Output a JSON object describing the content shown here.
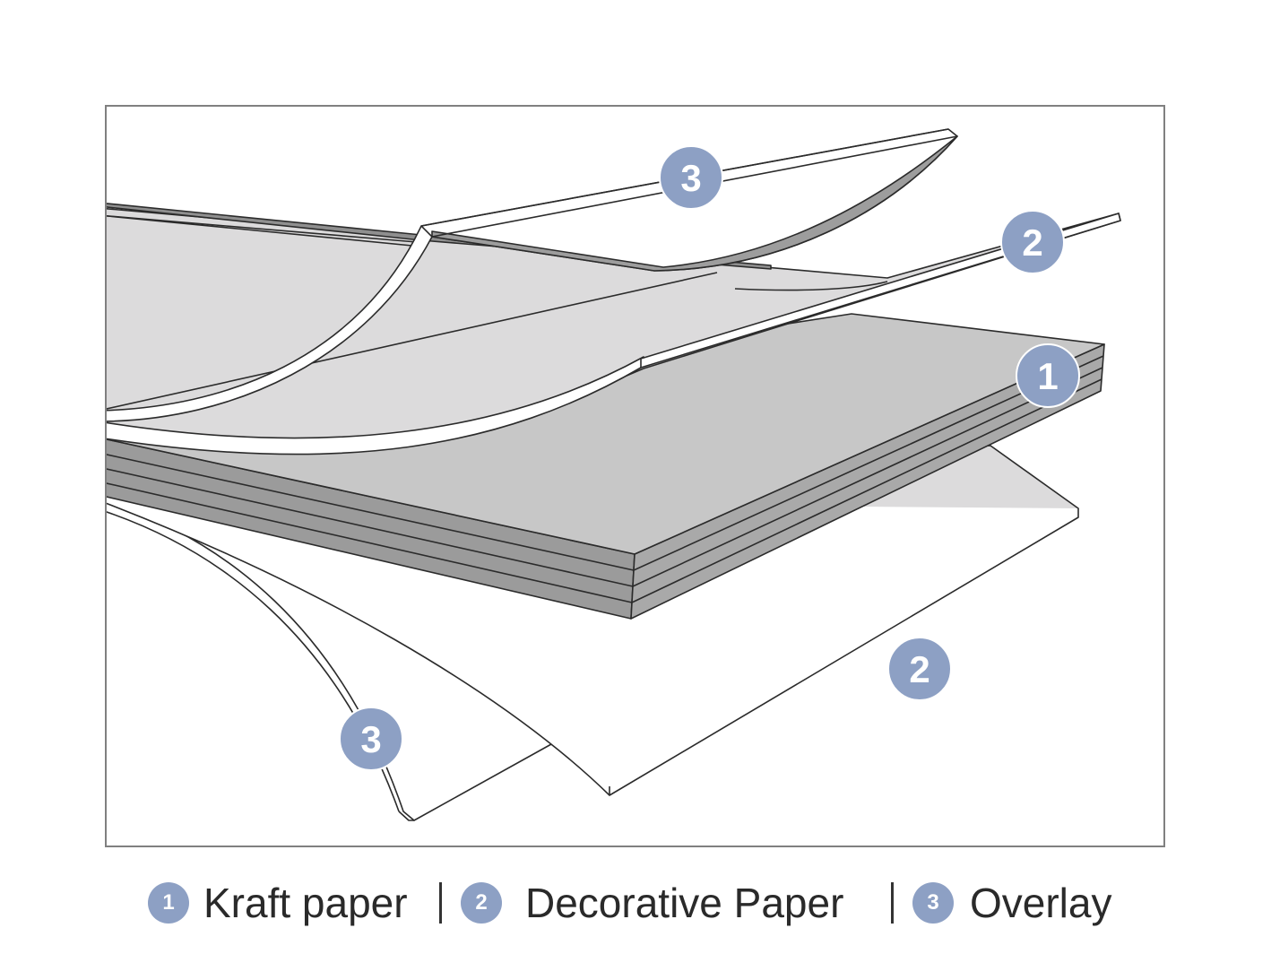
{
  "colors": {
    "badge": "#8da0c4",
    "kraft_top": "#c7c7c7",
    "kraft_edge": "#9b9b9b",
    "decorative": "#dcdbdc",
    "overlay": "#ffffff",
    "outline": "#2b2b2b",
    "frame": "#808080"
  },
  "badges": {
    "kraft": "1",
    "decorative": "2",
    "overlay": "3"
  },
  "legend": {
    "kraft_label": "Kraft paper",
    "decorative_label": "Decorative Paper",
    "overlay_label": "Overlay"
  }
}
